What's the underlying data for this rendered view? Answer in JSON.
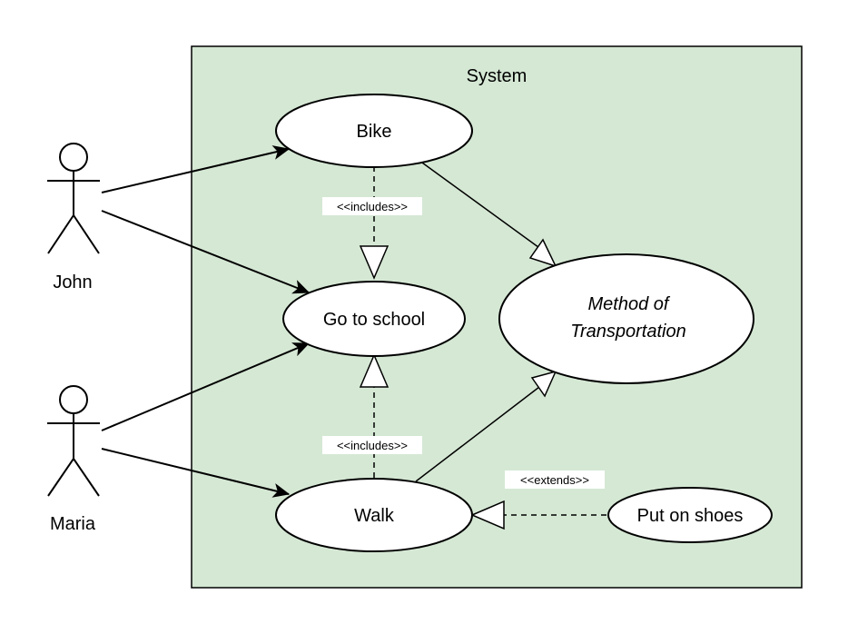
{
  "diagram": {
    "system": {
      "label": "System",
      "fill": "#d5e8d4"
    },
    "actors": {
      "john": {
        "label": "John"
      },
      "maria": {
        "label": "Maria"
      }
    },
    "use_cases": {
      "bike": {
        "label": "Bike"
      },
      "go_to_school": {
        "label": "Go to school"
      },
      "walk": {
        "label": "Walk"
      },
      "method_line1": {
        "label": "Method of"
      },
      "method_line2": {
        "label": "Transportation"
      },
      "put_on_shoes": {
        "label": "Put on shoes"
      }
    },
    "stereotypes": {
      "includes_top": "<<includes>>",
      "includes_bottom": "<<includes>>",
      "extends": "<<extends>>"
    }
  }
}
